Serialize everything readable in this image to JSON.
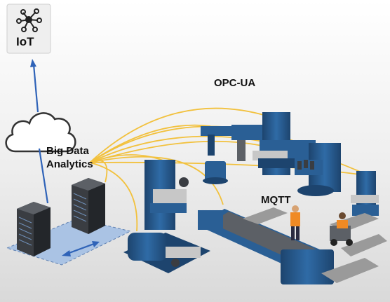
{
  "labels": {
    "iot": "IoT",
    "opc_ua": "OPC-UA",
    "big_data_line1": "Big Data",
    "big_data_line2": "Analytics",
    "mqtt": "MQTT"
  },
  "icons": {
    "iot_box": "network-hub-icon",
    "cloud": "cloud-icon",
    "servers": "server-rack-icon"
  },
  "colors": {
    "machine_blue": "#2a5f95",
    "machine_dark": "#1d446e",
    "connection_lines": "#f2c13d",
    "data_arrows": "#2f63b8",
    "floor_tile": "#aac3e4",
    "worker_vest": "#f08a24"
  }
}
